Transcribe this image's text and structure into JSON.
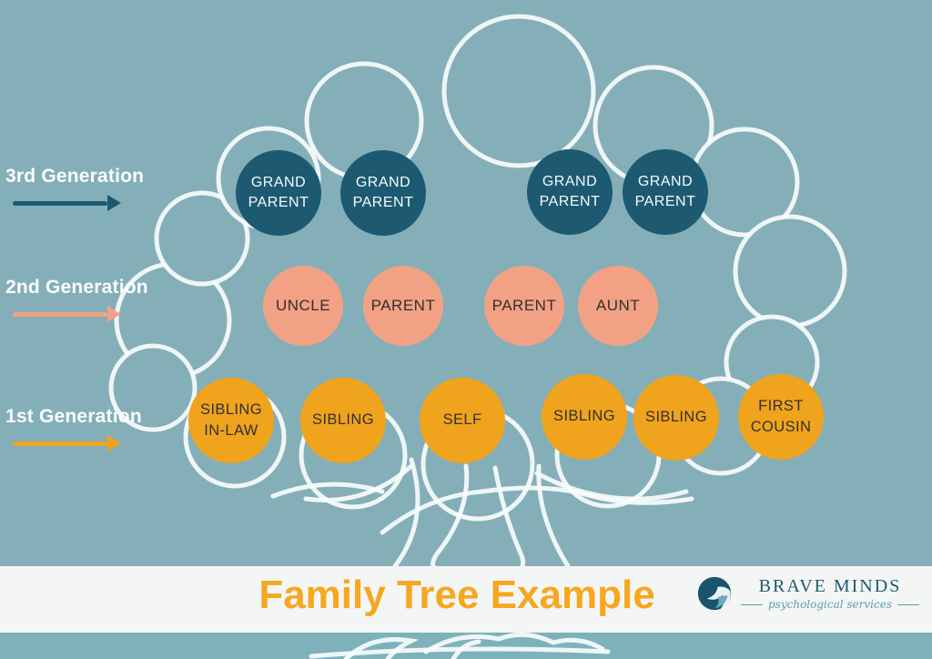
{
  "footer": {
    "title": "Family Tree Example",
    "brand_name": "BRAVE MINDS",
    "brand_tagline": "psychological services"
  },
  "generations": [
    {
      "label": "3rd Generation",
      "arrow_color": "#1d5a72"
    },
    {
      "label": "2nd Generation",
      "arrow_color": "#f3a184"
    },
    {
      "label": "1st Generation",
      "arrow_color": "#f0a31c"
    }
  ],
  "nodes": {
    "gen3": [
      {
        "label": "GRAND PARENT"
      },
      {
        "label": "GRAND PARENT"
      },
      {
        "label": "GRAND PARENT"
      },
      {
        "label": "GRAND PARENT"
      }
    ],
    "gen2": [
      {
        "label": "UNCLE"
      },
      {
        "label": "PARENT"
      },
      {
        "label": "PARENT"
      },
      {
        "label": "AUNT"
      }
    ],
    "gen1": [
      {
        "label": "SIBLING IN-LAW"
      },
      {
        "label": "SIBLING"
      },
      {
        "label": "SELF"
      },
      {
        "label": "SIBLING"
      },
      {
        "label": "SIBLING"
      },
      {
        "label": "FIRST COUSIN"
      }
    ]
  },
  "colors": {
    "background": "#84afb8",
    "bottom_strip": "#7db2bb",
    "footer_bar": "#f3f6f5",
    "node_generation3": "#1d5a72",
    "node_generation2": "#f3a184",
    "node_generation1": "#f0a31c",
    "title_orange": "#f7a71f",
    "chalk_tree": "#f9fcfc",
    "brand_teal": "#1f5a72"
  }
}
